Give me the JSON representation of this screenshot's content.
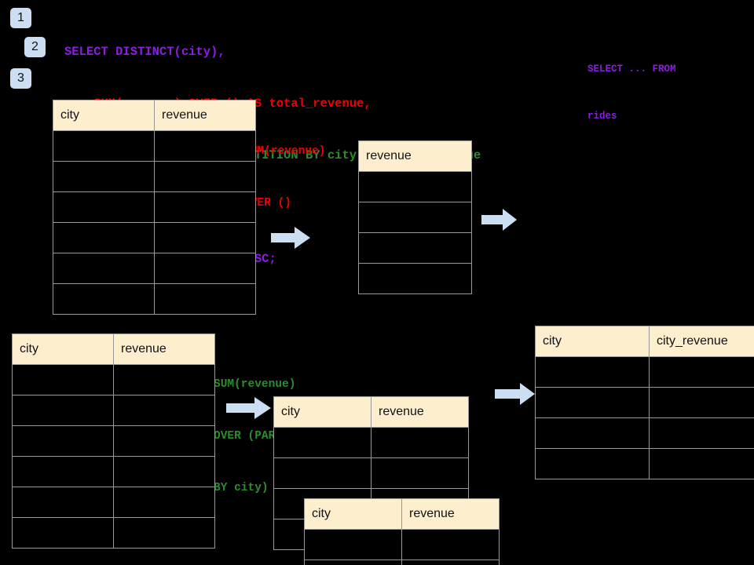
{
  "colors": {
    "background": "#000000",
    "badge_bg": "#ccdff2",
    "header_bg": "#fdeecd",
    "grid_line": "#9a9a9a",
    "arrow_fill": "#ccdff2",
    "sql_purple": "#8B1FE0",
    "sql_red": "#EE0000",
    "sql_green": "#2E8B2E"
  },
  "badges": [
    {
      "label": "1"
    },
    {
      "label": "2"
    },
    {
      "label": "3"
    }
  ],
  "sql": {
    "lines": [
      {
        "text": "SELECT DISTINCT(city),",
        "color": "purple"
      },
      {
        "text": "    SUM(revenue) OVER () AS total_revenue,",
        "color": "red"
      },
      {
        "text": "    SUM(revenue) OVER (PARTITION BY city) as city_revenue",
        "color": "green"
      },
      {
        "text": "  FROM rides",
        "color": "purple"
      },
      {
        "text": "  ORDER by city_revenue DESC;",
        "color": "purple"
      }
    ]
  },
  "note_right": {
    "line1": "SELECT ... FROM",
    "line2": "rides"
  },
  "annotations": {
    "total_revenue": {
      "line1": "SUM(revenue)",
      "line2": "OVER ()"
    },
    "city_revenue": {
      "line1": "SUM(revenue)",
      "line2": "OVER (PARTITION",
      "line3": "BY city)"
    }
  },
  "tables": {
    "source_top": {
      "headers": [
        "city",
        "revenue"
      ],
      "row_count": 6,
      "rows": [
        [
          "",
          ""
        ],
        [
          "",
          ""
        ],
        [
          "",
          ""
        ],
        [
          "",
          ""
        ],
        [
          "",
          ""
        ],
        [
          "",
          ""
        ]
      ]
    },
    "total_revenue": {
      "headers": [
        "revenue"
      ],
      "row_count": 4,
      "rows": [
        [
          ""
        ],
        [
          ""
        ],
        [
          ""
        ],
        [
          ""
        ]
      ]
    },
    "source_bottom": {
      "headers": [
        "city",
        "revenue"
      ],
      "row_count": 6,
      "rows": [
        [
          "",
          ""
        ],
        [
          "",
          ""
        ],
        [
          "",
          ""
        ],
        [
          "",
          ""
        ],
        [
          "",
          ""
        ],
        [
          "",
          ""
        ]
      ]
    },
    "partition_back": {
      "headers": [
        "city",
        "revenue"
      ],
      "row_count": 4,
      "rows": [
        [
          "",
          ""
        ],
        [
          "",
          ""
        ],
        [
          "",
          ""
        ],
        [
          "",
          ""
        ]
      ]
    },
    "partition_front": {
      "headers": [
        "city",
        "revenue"
      ],
      "row_count": 2,
      "rows": [
        [
          "",
          ""
        ],
        [
          "",
          ""
        ]
      ]
    },
    "result": {
      "headers": [
        "city",
        "city_revenue"
      ],
      "row_count": 4,
      "rows": [
        [
          "",
          ""
        ],
        [
          "",
          ""
        ],
        [
          "",
          ""
        ],
        [
          "",
          ""
        ]
      ]
    }
  },
  "arrows": [
    {
      "name": "arrow-source-to-total"
    },
    {
      "name": "arrow-total-to-result"
    },
    {
      "name": "arrow-source-to-partition"
    },
    {
      "name": "arrow-partition-to-result"
    }
  ]
}
